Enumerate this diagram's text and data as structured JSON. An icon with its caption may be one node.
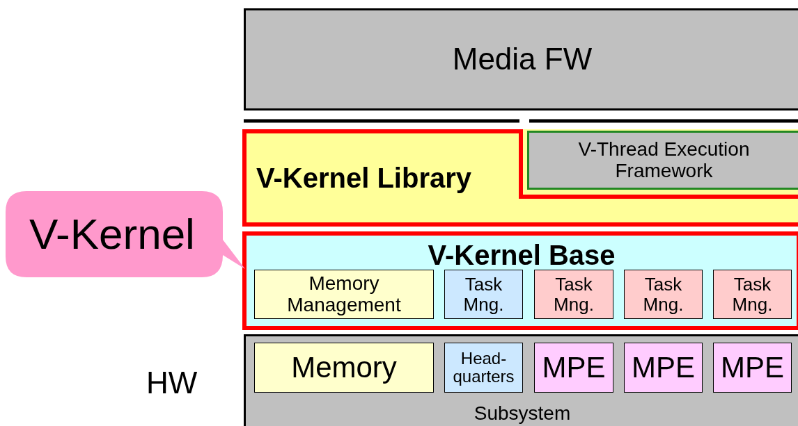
{
  "diagram": {
    "nodes": [
      {
        "text": [
          "Media FW"
        ]
      },
      {
        "text": [
          "V-Kernel Library"
        ]
      },
      {
        "text": [
          "V-Thread Execution Framework"
        ],
        "in": 1
      },
      {
        "text": [
          "V-Kernel Base"
        ]
      },
      {
        "text": [
          "Memory Management"
        ],
        "in": 3
      },
      {
        "text": [
          "Task Mng."
        ],
        "in": 3
      },
      {
        "text": [
          "Task Mng."
        ],
        "in": 3
      },
      {
        "text": [
          "Task Mng."
        ],
        "in": 3
      },
      {
        "text": [
          "Task Mng."
        ],
        "in": 3
      },
      {
        "text": [
          "Subsystem"
        ],
        "beside": [
          "HW"
        ]
      },
      {
        "text": [
          "Memory"
        ],
        "in": 9
      },
      {
        "text": [
          "Head-quarters"
        ],
        "in": 9
      },
      {
        "text": [
          "MPE"
        ],
        "in": 9
      },
      {
        "text": [
          "MPE"
        ],
        "in": 9
      },
      {
        "text": [
          "MPE"
        ],
        "in": 9
      },
      {
        "text": [
          "V-Kernel"
        ]
      }
    ],
    "edges": []
  }
}
